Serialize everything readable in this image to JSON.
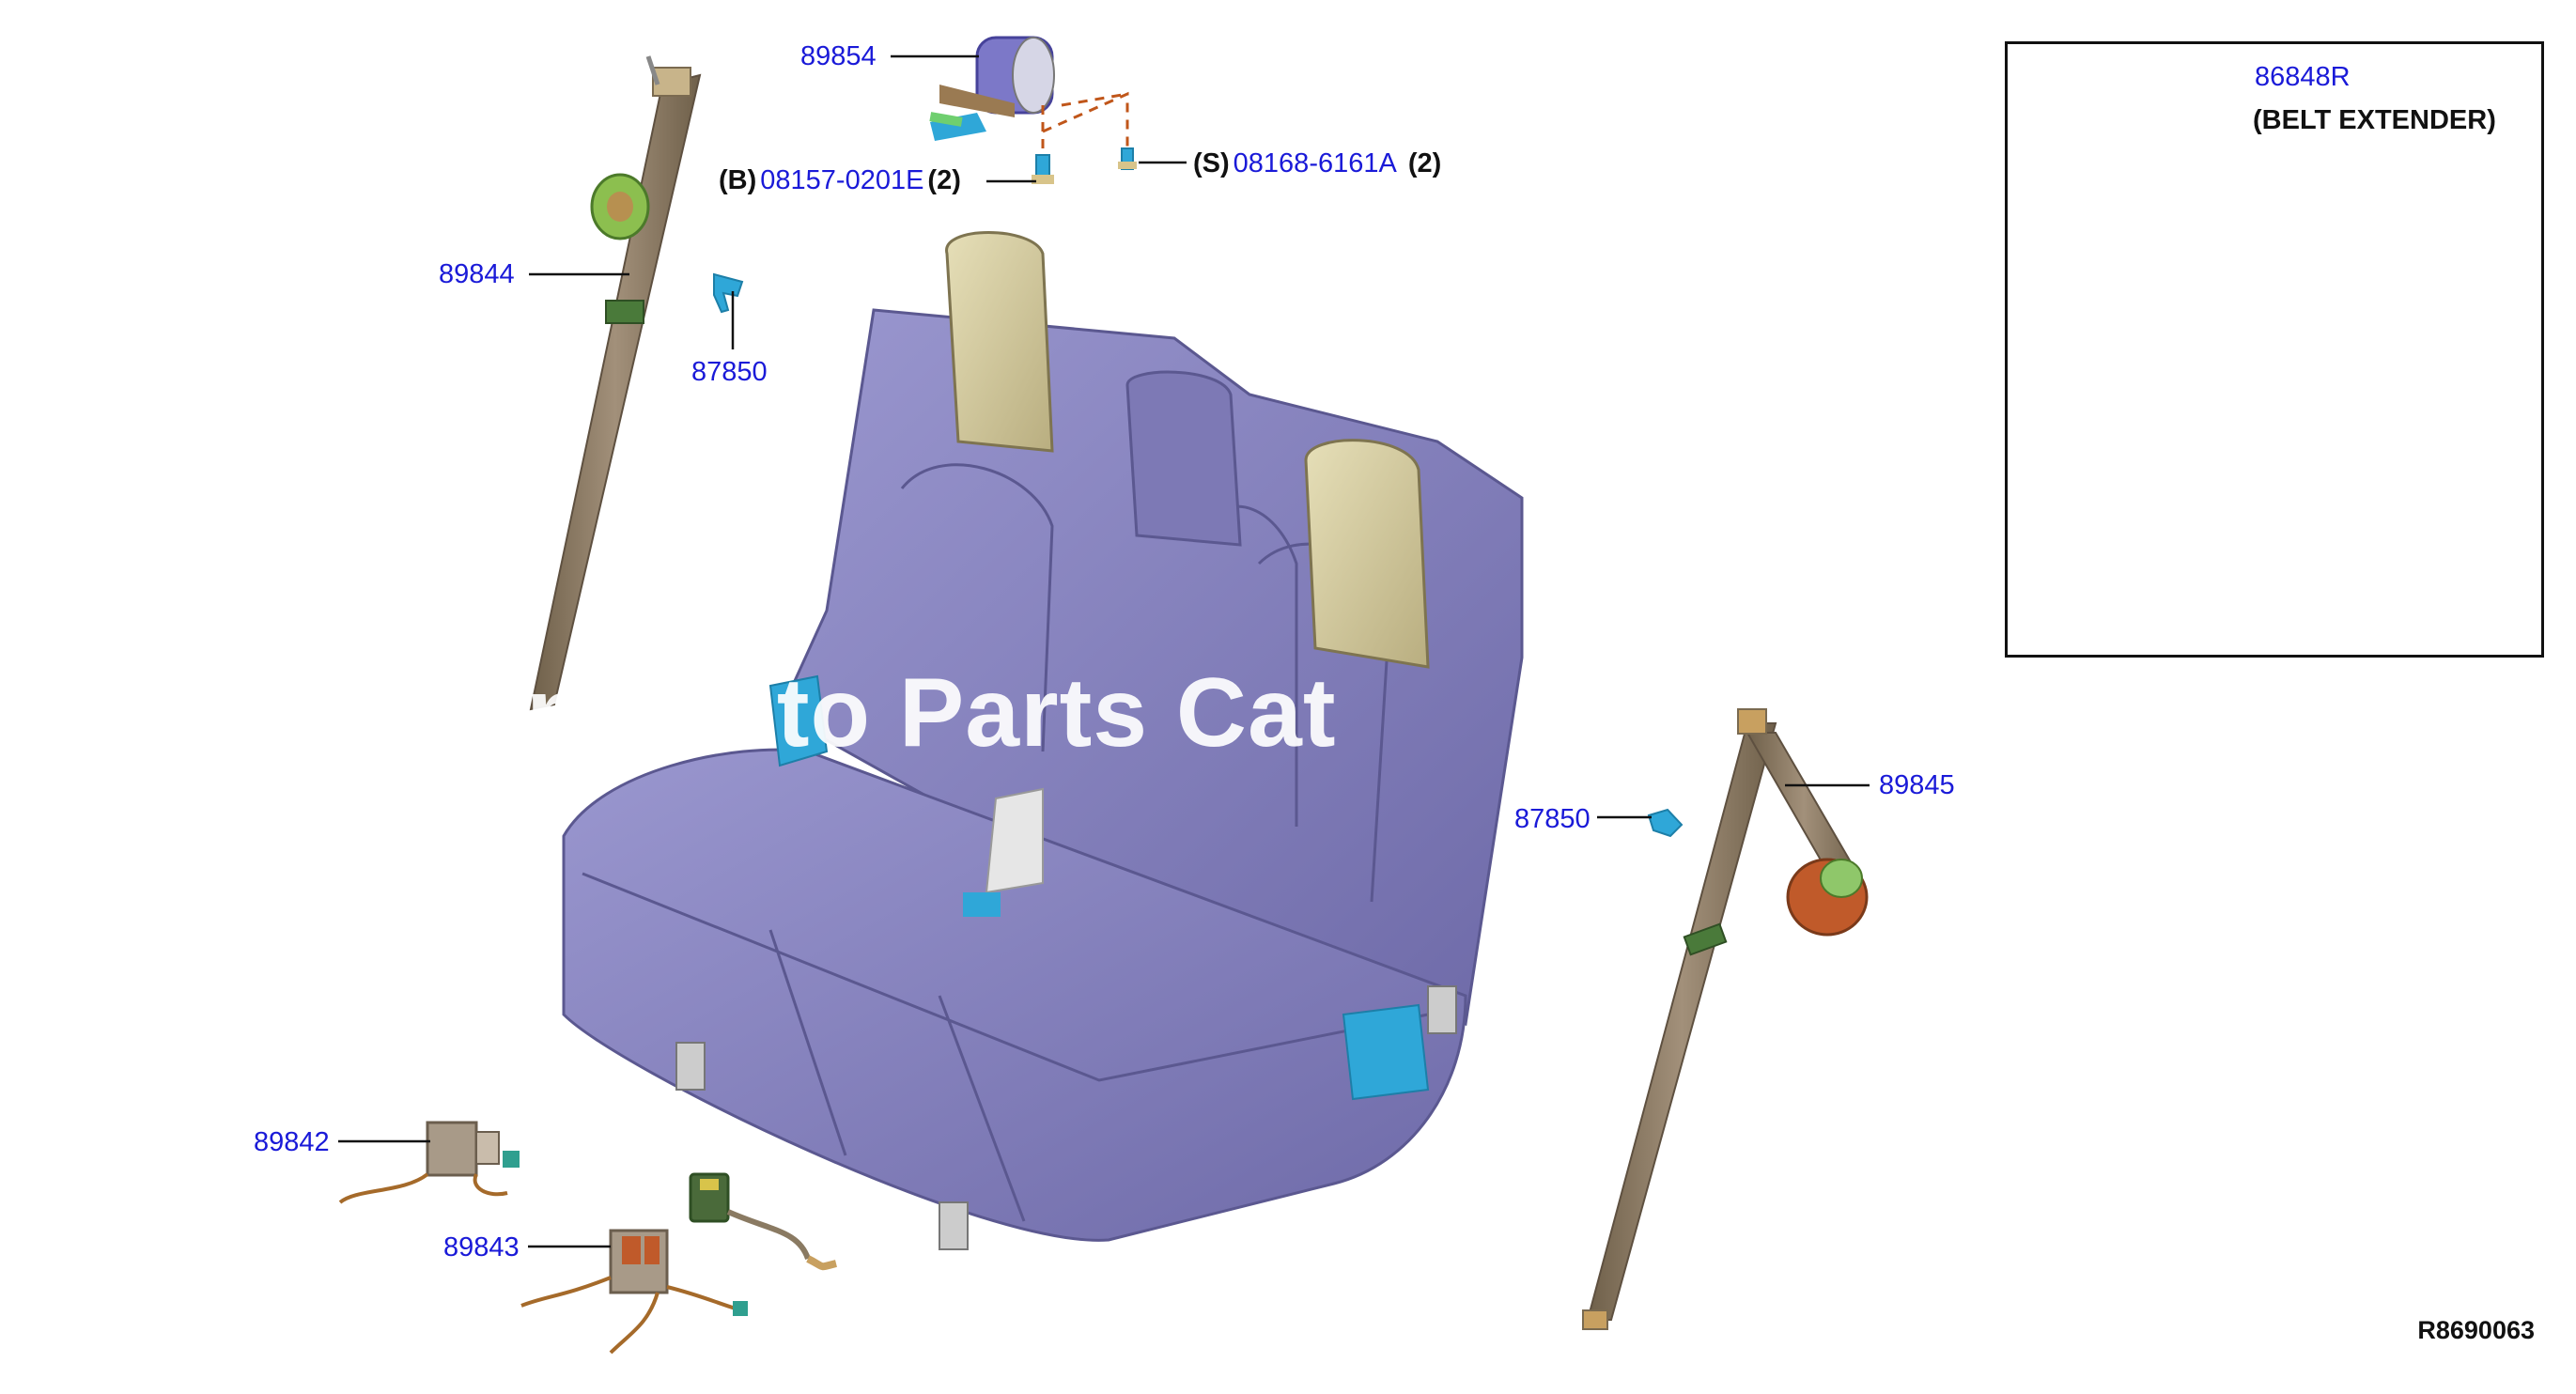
{
  "diagram": {
    "watermark": "nt Auto Parts Cat",
    "drawing_code": "R8690063",
    "inset": {
      "part_number": "86848R",
      "note": "(BELT EXTENDER)"
    },
    "parts": {
      "p89854": "89854",
      "p89844": "89844",
      "p87850_left": "87850",
      "p87850_right": "87850",
      "p89845": "89845",
      "p89842": "89842",
      "p89843": "89843",
      "bolt_b": {
        "prefix": "(B)",
        "number": "08157-0201E",
        "qty": "(2)"
      },
      "bolt_s": {
        "prefix": "(S)",
        "number": "08168-6161A",
        "qty": "(2)"
      }
    },
    "colors": {
      "seat": "#8a86c0",
      "headrest": "#d8cfa0",
      "belt": "#8a7a62",
      "accent_blue": "#2fa7d8",
      "label_blue": "#1a1ad8"
    }
  }
}
